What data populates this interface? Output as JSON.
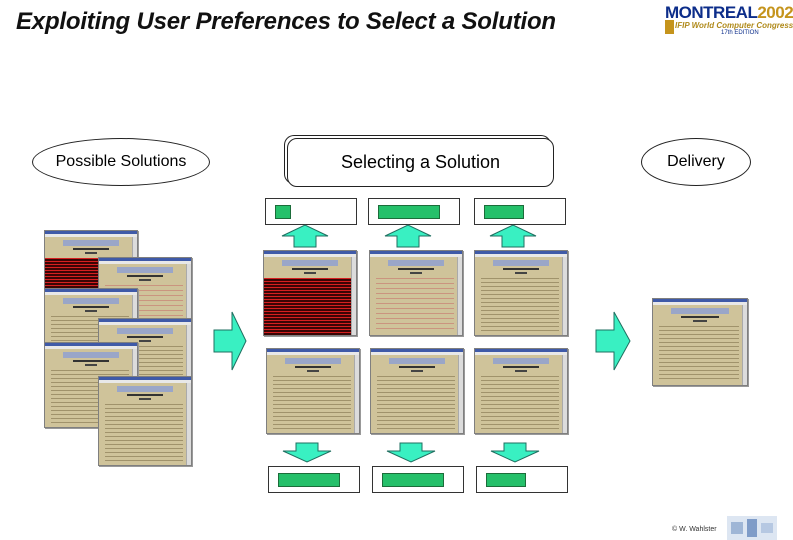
{
  "slide": {
    "title": "Exploiting User Preferences to Select a Solution",
    "logo": {
      "name": "MONTREAL",
      "year": "2002",
      "subtitle": "IFIP World Computer Congress",
      "edition": "17th EDITION"
    },
    "labels": {
      "possible_solutions": "Possible Solutions",
      "selecting": "Selecting a Solution",
      "delivery": "Delivery"
    },
    "top_scores": [
      0.22,
      0.86,
      0.55
    ],
    "bottom_scores": [
      0.86,
      0.86,
      0.55
    ],
    "copyright": "© W. Wahlster",
    "colors": {
      "arrow": "#39f0c2",
      "score_bar": "#25c06a",
      "page_bg": "#cfc39a",
      "dark_page": "#3a0505"
    }
  }
}
